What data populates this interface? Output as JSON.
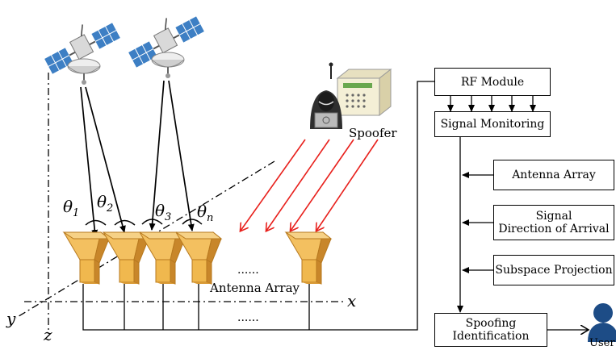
{
  "angles": {
    "theta1": {
      "sym": "θ",
      "sub": "1"
    },
    "theta2": {
      "sym": "θ",
      "sub": "2"
    },
    "theta3": {
      "sym": "θ",
      "sub": "3"
    },
    "thetan": {
      "sym": "θ",
      "sub": "n"
    }
  },
  "labels": {
    "spoofer": "Spoofer",
    "antenna_array": "Antenna Array",
    "dots_top": "......",
    "dots_bottom": "......",
    "user": "User"
  },
  "axes": {
    "x": "x",
    "y": "y",
    "z": "z"
  },
  "flow": {
    "rf_module": "RF Module",
    "signal_monitoring": "Signal Monitoring",
    "antenna_array": "Antenna Array",
    "doa_line1": "Signal",
    "doa_line2": "Direction of Arrival",
    "subspace": "Subspace Projection",
    "spoof_line1": "Spoofing",
    "spoof_line2": "Identification"
  },
  "colors": {
    "horn_light": "#f3c060",
    "horn_mid": "#e2a540",
    "horn_dark": "#c8862a",
    "spoof_signal": "#e8201c",
    "satellite_panel": "#3d7fc4",
    "user_icon": "#1d4c86"
  }
}
